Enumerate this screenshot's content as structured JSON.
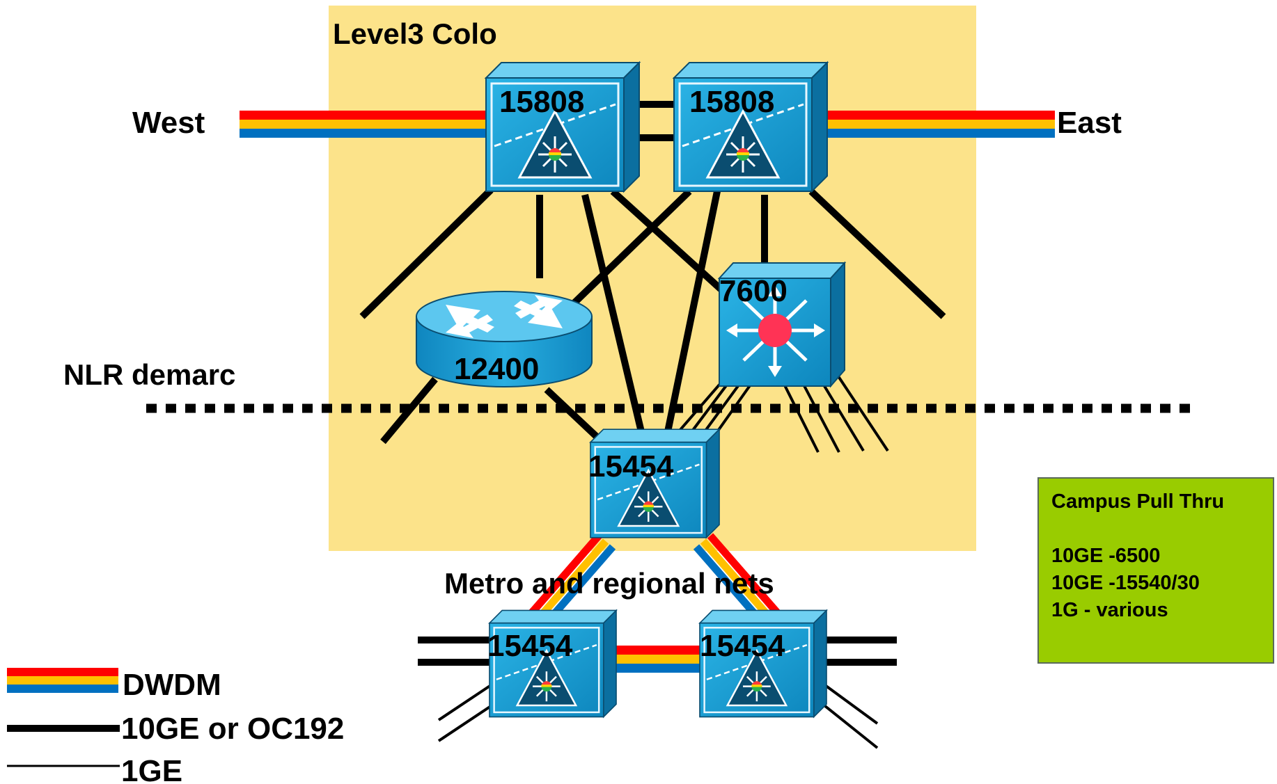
{
  "colo_region": {
    "label": "Level3 Colo"
  },
  "sides": {
    "west": "West",
    "east": "East"
  },
  "demarc": {
    "label": "NLR demarc"
  },
  "metro": {
    "label": "Metro and regional nets"
  },
  "nodes": {
    "ons_west": "15808",
    "ons_east": "15808",
    "router": "12400",
    "switch": "7600",
    "ons_core": "15454",
    "ons_metro_left": "15454",
    "ons_metro_right": "15454"
  },
  "legend": {
    "dwdm": "DWDM",
    "tengig": "10GE or OC192",
    "onegig": "1GE"
  },
  "campus_box": {
    "title": "Campus Pull Thru",
    "lines": [
      "10GE -6500",
      "10GE -15540/30",
      "1G - various"
    ]
  },
  "colors": {
    "colo_fill": "#fce38a",
    "device_blue": "#1aa2d6",
    "dwdm_red": "#ff0000",
    "dwdm_yellow": "#ffc000",
    "dwdm_blue": "#0070c0",
    "campus_green": "#99cc00"
  }
}
